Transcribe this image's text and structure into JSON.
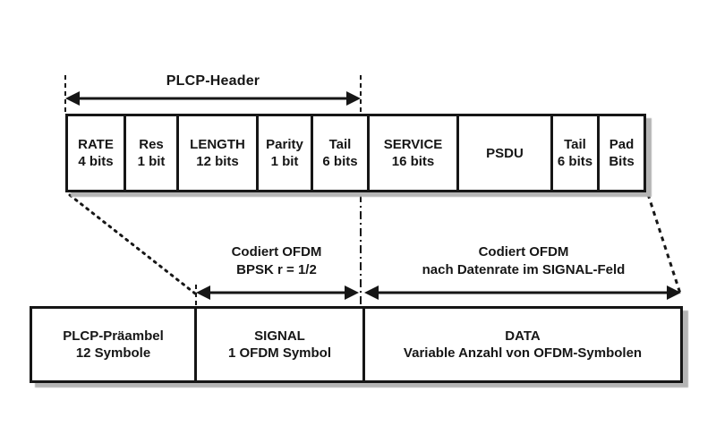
{
  "diagram": {
    "title_arrow": {
      "label": "PLCP-Header"
    },
    "top_row": [
      {
        "name": "RATE",
        "size": "4 bits"
      },
      {
        "name": "Res",
        "size": "1 bit"
      },
      {
        "name": "LENGTH",
        "size": "12 bits"
      },
      {
        "name": "Parity",
        "size": "1 bit"
      },
      {
        "name": "Tail",
        "size": "6 bits"
      },
      {
        "name": "SERVICE",
        "size": "16 bits"
      },
      {
        "name": "PSDU",
        "size": ""
      },
      {
        "name": "Tail",
        "size": "6 bits"
      },
      {
        "name": "Pad",
        "size": "Bits"
      }
    ],
    "coding_annotations": {
      "signal": {
        "line1": "Codiert OFDM",
        "line2": "BPSK r = 1/2"
      },
      "data": {
        "line1": "Codiert OFDM",
        "line2": "nach Datenrate im SIGNAL-Feld"
      }
    },
    "bottom_row": [
      {
        "name": "PLCP-Präambel",
        "detail": "12 Symbole"
      },
      {
        "name": "SIGNAL",
        "detail": "1 OFDM Symbol"
      },
      {
        "name": "DATA",
        "detail": "Variable Anzahl von OFDM-Symbolen"
      }
    ],
    "colors": {
      "line": "#161616",
      "shadow": "#b5b5b5",
      "background": "#ffffff"
    }
  }
}
